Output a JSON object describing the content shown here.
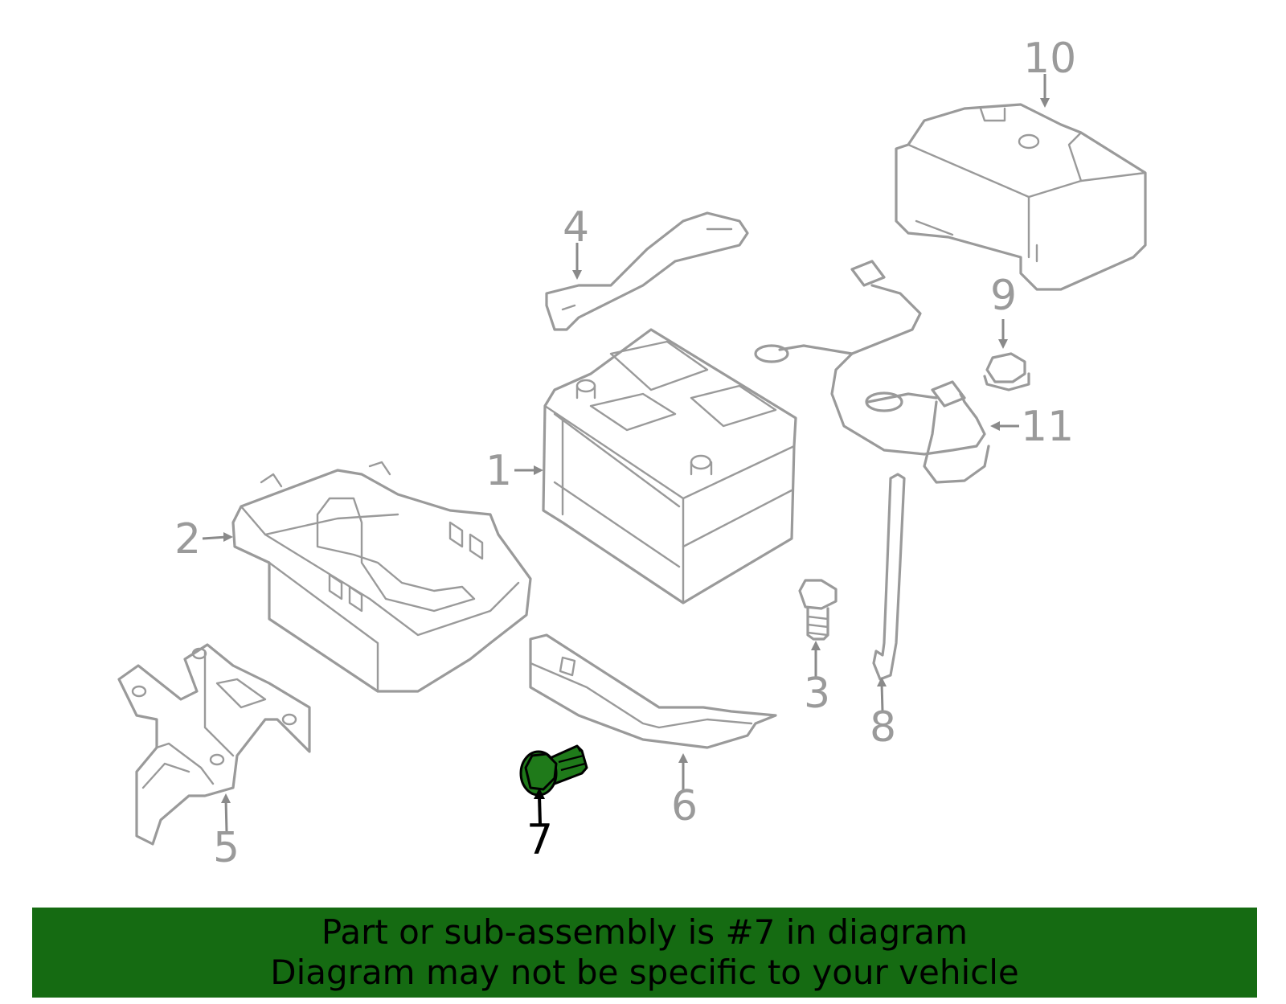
{
  "diagram": {
    "callouts": [
      "1",
      "2",
      "3",
      "4",
      "5",
      "6",
      "7",
      "8",
      "9",
      "10",
      "11"
    ],
    "highlighted_callout": "7",
    "colors": {
      "line_art": "#9a9a9a",
      "highlight_part": "#1f7a1a",
      "highlight_label": "#000000",
      "banner_bg": "#156b12"
    }
  },
  "banner": {
    "line1": "Part or sub-assembly is #7 in diagram",
    "line2": "Diagram may not be specific to your vehicle"
  }
}
